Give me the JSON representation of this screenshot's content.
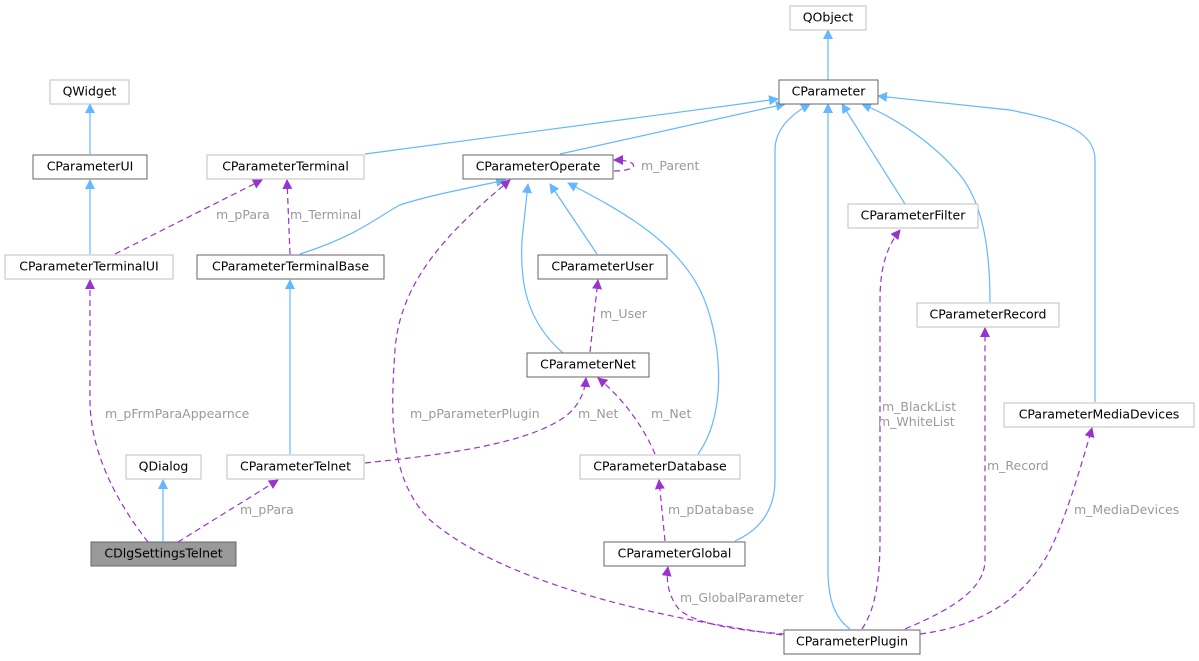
{
  "nodes": {
    "qobject": "QObject",
    "cparameter": "CParameter",
    "qwidget": "QWidget",
    "cparameterui": "CParameterUI",
    "cparameterterminal": "CParameterTerminal",
    "cparameteroperate": "CParameterOperate",
    "cparameterfilter": "CParameterFilter",
    "cparameterterminalui": "CParameterTerminalUI",
    "cparameterterminalbase": "CParameterTerminalBase",
    "cparameteruser": "CParameterUser",
    "cparameterrecord": "CParameterRecord",
    "cparameternet": "CParameterNet",
    "cparametermediadevices": "CParameterMediaDevices",
    "qdialog": "QDialog",
    "cparametertelnet": "CParameterTelnet",
    "cparameterdatabase": "CParameterDatabase",
    "cdlgsettingstelnet": "CDlgSettingsTelnet",
    "cparameterglobal": "CParameterGlobal",
    "cparameterplugin": "CParameterPlugin"
  },
  "edge_labels": {
    "m_parent": "m_Parent",
    "m_ppara_top": "m_pPara",
    "m_terminal": "m_Terminal",
    "m_user": "m_User",
    "m_pfrmparaappearnce": "m_pFrmParaAppearnce",
    "m_pparameterplugin": "m_pParameterPlugin",
    "m_net_telnet": "m_Net",
    "m_net_database": "m_Net",
    "m_blacklist": "m_BlackList",
    "m_whitelist": "m_WhiteList",
    "m_record": "m_Record",
    "m_ppara_bottom": "m_pPara",
    "m_pdatabase": "m_pDatabase",
    "m_mediadevices": "m_MediaDevices",
    "m_globalparameter": "m_GlobalParameter"
  },
  "colors": {
    "inherit_edge": "#63b8ff",
    "use_edge": "#9a32cd",
    "focus_node": "#999999",
    "label_text": "#9a9a9a"
  }
}
